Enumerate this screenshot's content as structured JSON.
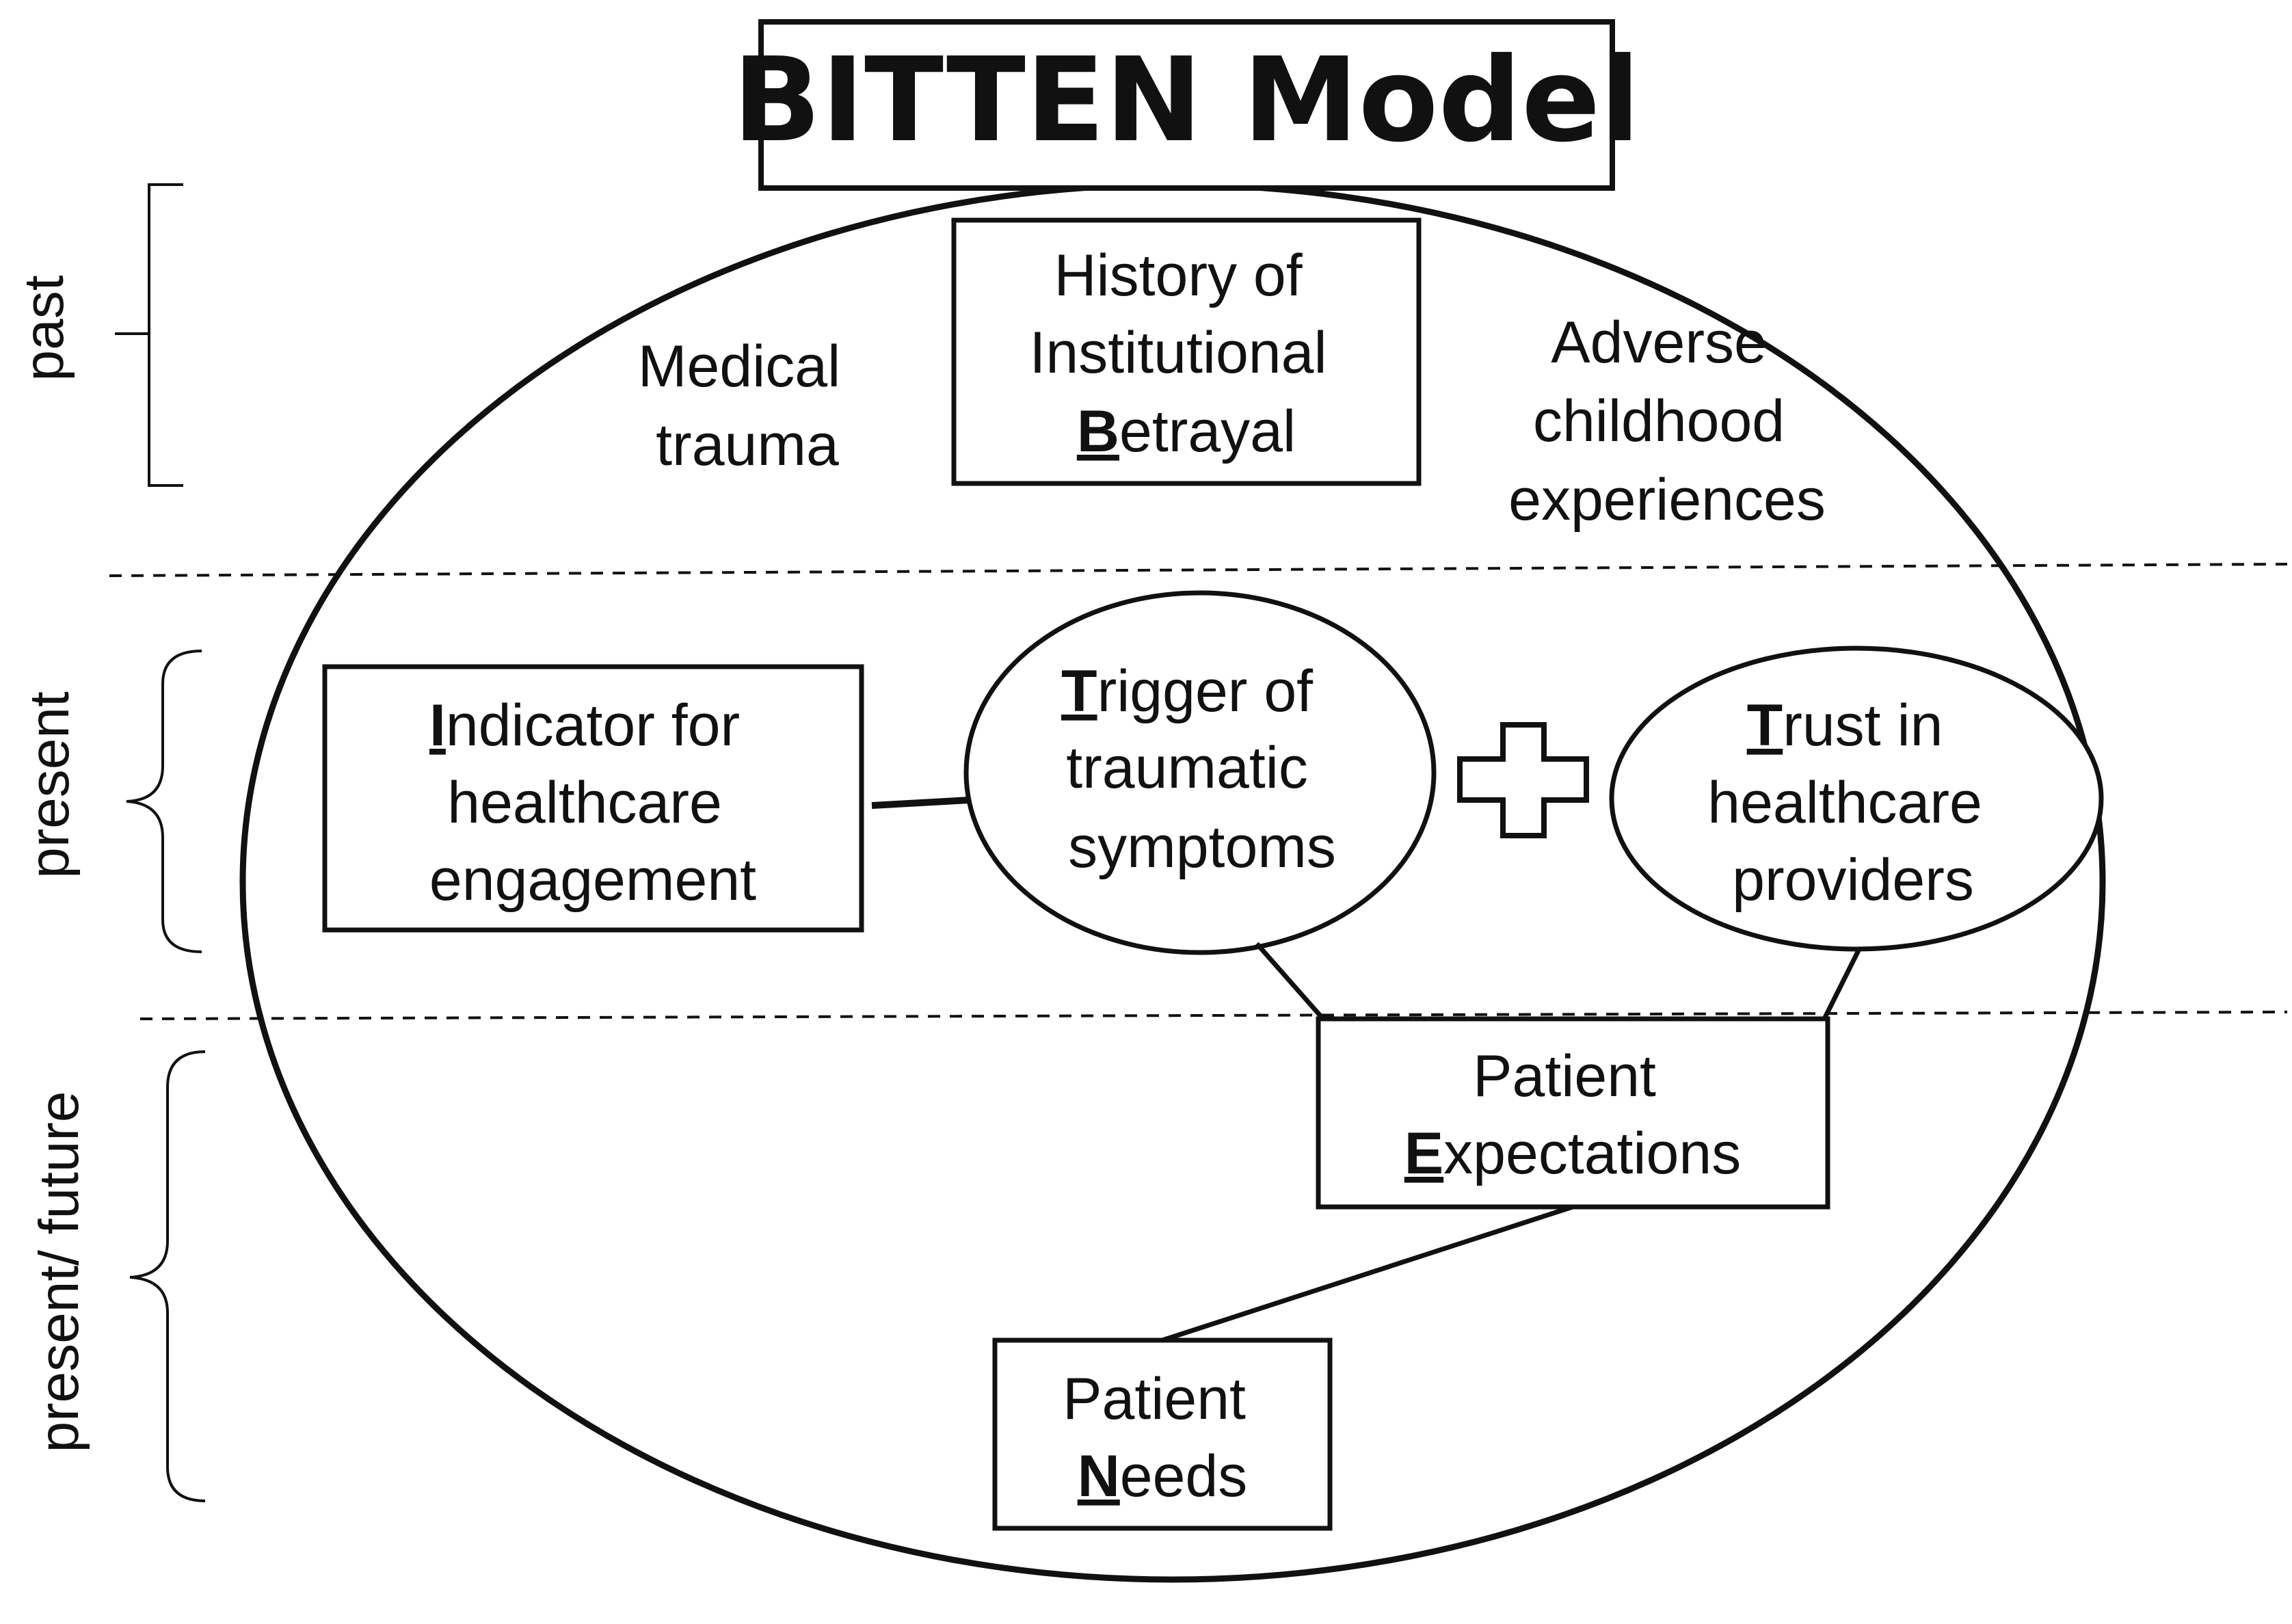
{
  "title": "BITTEN Model",
  "periods": {
    "past": "past",
    "present": "present",
    "future": "present/ future"
  },
  "past": {
    "medical_trauma": [
      "Medical",
      "trauma"
    ],
    "betrayal": {
      "line1": "History of",
      "line2": "Institutional",
      "letter": "B",
      "rest": "etrayal"
    },
    "adverse": [
      "Adverse",
      "childhood",
      "experiences"
    ]
  },
  "present": {
    "indicator": {
      "letter": "I",
      "rest": "ndicator for",
      "line2": "healthcare",
      "line3": "engagement"
    },
    "trigger": {
      "letter": "T",
      "rest": "rigger of",
      "line2": "traumatic",
      "line3": "symptoms"
    },
    "trust": {
      "letter": "T",
      "rest": "rust in",
      "line2": "healthcare",
      "line3": "providers"
    }
  },
  "future": {
    "expectations": {
      "line1": "Patient",
      "letter": "E",
      "rest": "xpectations"
    },
    "needs": {
      "line1": "Patient",
      "letter": "N",
      "rest": "eeds"
    }
  }
}
